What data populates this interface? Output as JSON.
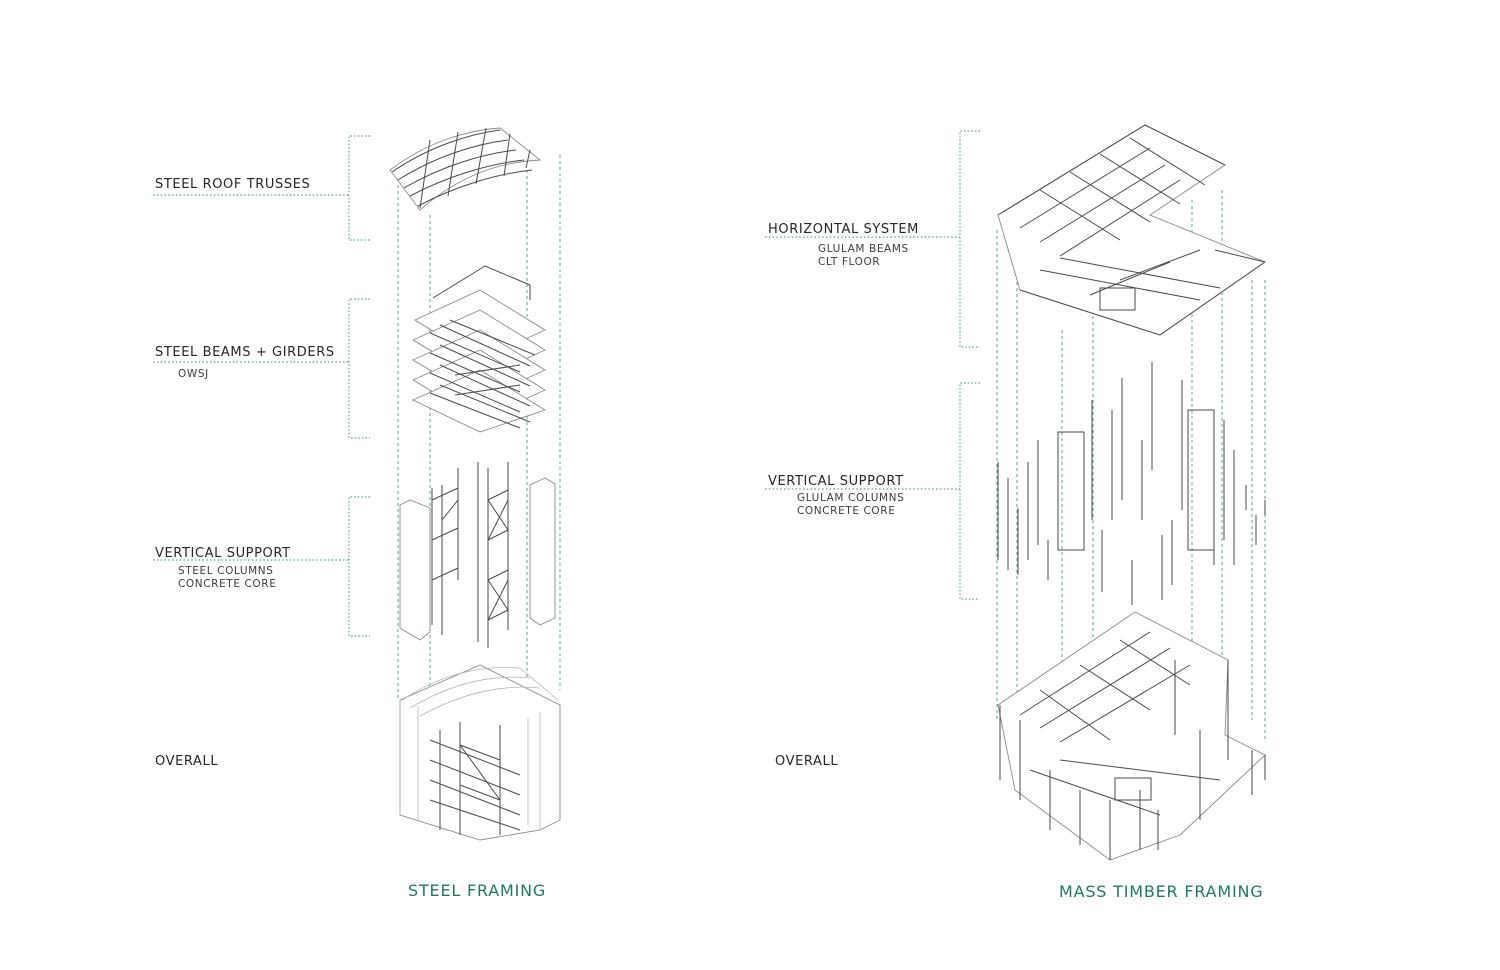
{
  "steel": {
    "roof_label": "STEEL ROOF TRUSSES",
    "beams_label": "STEEL BEAMS + GIRDERS",
    "beams_sub": "OWSJ",
    "vertical_label": "VERTICAL SUPPORT",
    "vertical_sub_1": "STEEL COLUMNS",
    "vertical_sub_2": "CONCRETE CORE",
    "overall_label": "OVERALL",
    "caption": "STEEL FRAMING"
  },
  "timber": {
    "horizontal_label": "HORIZONTAL SYSTEM",
    "horizontal_sub_1": "GLULAM BEAMS",
    "horizontal_sub_2": "CLT FLOOR",
    "vertical_label": "VERTICAL SUPPORT",
    "vertical_sub_1": "GLULAM COLUMNS",
    "vertical_sub_2": "CONCRETE CORE",
    "overall_label": "OVERALL",
    "caption": "MASS TIMBER FRAMING"
  },
  "colors": {
    "accent": "#1c7a63",
    "linework": "#8a8a8a",
    "text": "#262626"
  }
}
